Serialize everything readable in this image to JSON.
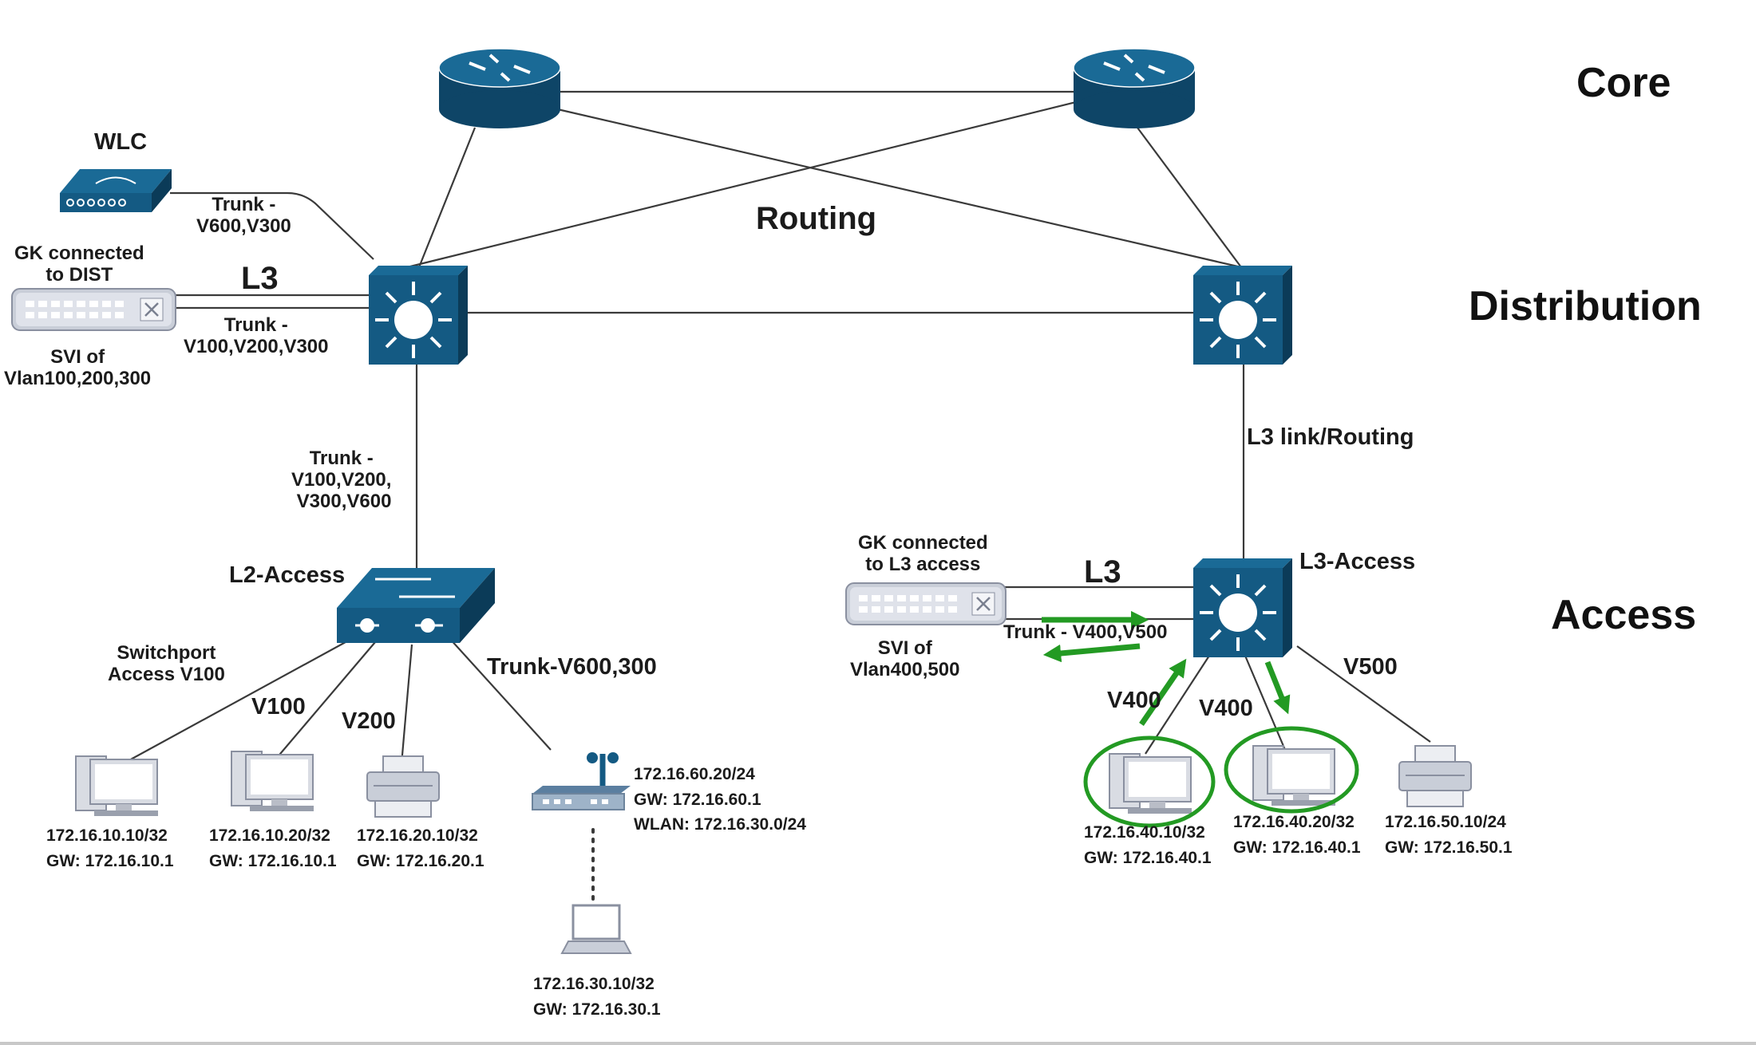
{
  "tiers": {
    "core": "Core",
    "distribution": "Distribution",
    "access": "Access"
  },
  "labels": {
    "routing": "Routing",
    "wlc": "WLC",
    "wlc_trunk": [
      "Trunk -",
      "V600,V300"
    ],
    "gk_dist": [
      "GK connected",
      "to DIST"
    ],
    "l3_left": "L3",
    "dist_trunk": [
      "Trunk -",
      "V100,V200,V300"
    ],
    "svi_left": [
      "SVI of",
      "Vlan100,200,300"
    ],
    "access_uplink_trunk": [
      "Trunk -",
      "V100,V200,",
      "V300,V600"
    ],
    "l2_access": "L2-Access",
    "switchport": [
      "Switchport",
      "Access V100"
    ],
    "v100": "V100",
    "v200": "V200",
    "trunk_ap": "Trunk-V600,300",
    "l3_link": "L3 link/Routing",
    "gk_l3": [
      "GK connected",
      "to L3 access"
    ],
    "l3_right": "L3",
    "l3_access": "L3-Access",
    "trunk_gk_right": "Trunk - V400,V500",
    "svi_right": [
      "SVI of",
      "Vlan400,500"
    ],
    "v400_a": "V400",
    "v400_b": "V400",
    "v500": "V500"
  },
  "endpoints": {
    "pc1": [
      "172.16.10.10/32",
      "GW: 172.16.10.1"
    ],
    "pc2": [
      "172.16.10.20/32",
      "GW: 172.16.10.1"
    ],
    "printer1": [
      "172.16.20.10/32",
      "GW: 172.16.20.1"
    ],
    "ap": [
      "172.16.60.20/24",
      "GW: 172.16.60.1",
      "WLAN: 172.16.30.0/24"
    ],
    "laptop": [
      "172.16.30.10/32",
      "GW: 172.16.30.1"
    ],
    "pc3": [
      "172.16.40.10/32",
      "GW: 172.16.40.1"
    ],
    "pc4": [
      "172.16.40.20/32",
      "GW: 172.16.40.1"
    ],
    "printer2": [
      "172.16.50.10/24",
      "GW: 172.16.50.1"
    ]
  },
  "colors": {
    "device": "#145a83",
    "device_dark": "#0e4567",
    "highlight": "#239a23",
    "link": "#3a3a3a"
  }
}
